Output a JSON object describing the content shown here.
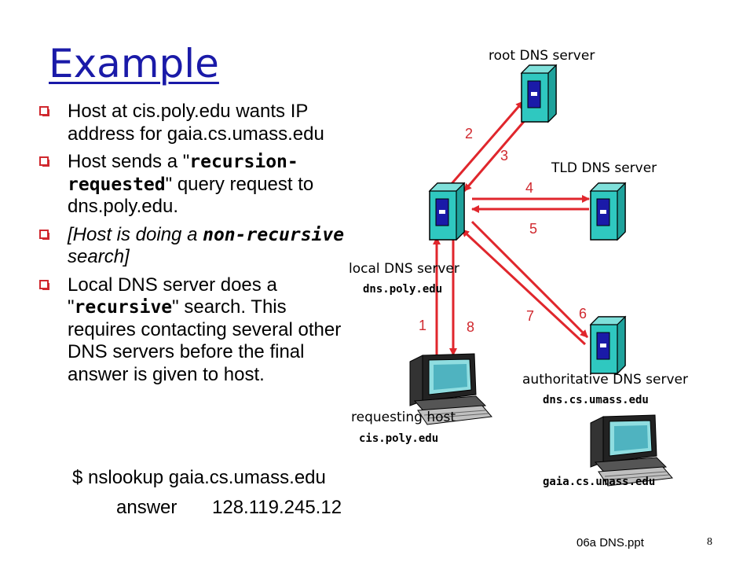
{
  "title": "Example",
  "bullets": [
    {
      "parts": [
        "Host at cis.poly.edu wants IP address for gaia.cs.umass.edu"
      ]
    },
    {
      "before": "Host sends a \"",
      "bold": "recursion-requested",
      "after": "\" query request to dns.poly.edu."
    },
    {
      "italic_before": "[Host is doing a ",
      "italic_bold": "non-recursive",
      "italic_after": " search]"
    },
    {
      "before": "Local DNS server does a \"",
      "bold": "recursive",
      "after": "\" search.  This requires contacting several other DNS servers before the final answer is given to host."
    }
  ],
  "command": "$ nslookup gaia.cs.umass.edu",
  "answer_label": "answer",
  "answer_value": "128.119.245.12",
  "nodes": {
    "root": {
      "label": "root DNS server"
    },
    "tld": {
      "label": "TLD DNS server"
    },
    "local": {
      "label": "local DNS server",
      "host": "dns.poly.edu"
    },
    "authoritative": {
      "label": "authoritative DNS server",
      "host": "dns.cs.umass.edu"
    },
    "requesting": {
      "label": "requesting host",
      "host": "cis.poly.edu"
    },
    "gaia": {
      "host": "gaia.cs.umass.edu"
    }
  },
  "steps": [
    "1",
    "2",
    "3",
    "4",
    "5",
    "6",
    "7",
    "8"
  ],
  "footer": "06a DNS.ppt",
  "page_number": "8",
  "colors": {
    "title": "#1a1aa8",
    "arrow": "#e0262c",
    "server": "#2fc8c0",
    "bullet": "#d0282e"
  }
}
